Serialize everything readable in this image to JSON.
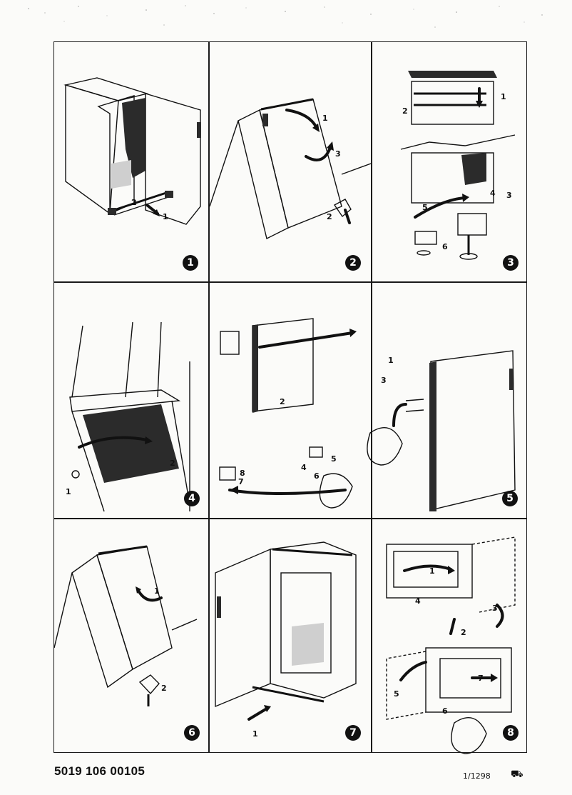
{
  "document": {
    "code": "5019 106 00105",
    "date": "1/1298",
    "mark": "⛟"
  },
  "steps": [
    {
      "number": "1",
      "callouts": [
        "1",
        "2"
      ]
    },
    {
      "number": "2",
      "callouts": [
        "1",
        "2",
        "3"
      ]
    },
    {
      "number": "3",
      "callouts": [
        "1",
        "2",
        "3",
        "4",
        "5",
        "6"
      ]
    },
    {
      "number": "4",
      "callouts": [
        "1",
        "2"
      ]
    },
    {
      "number": "5",
      "callouts_left": [
        "1",
        "2",
        "4",
        "5",
        "6",
        "7",
        "8"
      ],
      "callouts_right": [
        "3"
      ]
    },
    {
      "number": "6",
      "callouts": [
        "1",
        "2"
      ]
    },
    {
      "number": "7",
      "callouts": [
        "1"
      ]
    },
    {
      "number": "8",
      "callouts_top": [
        "1",
        "2",
        "3",
        "4"
      ],
      "callouts_bottom": [
        "5",
        "6",
        "7"
      ]
    }
  ]
}
